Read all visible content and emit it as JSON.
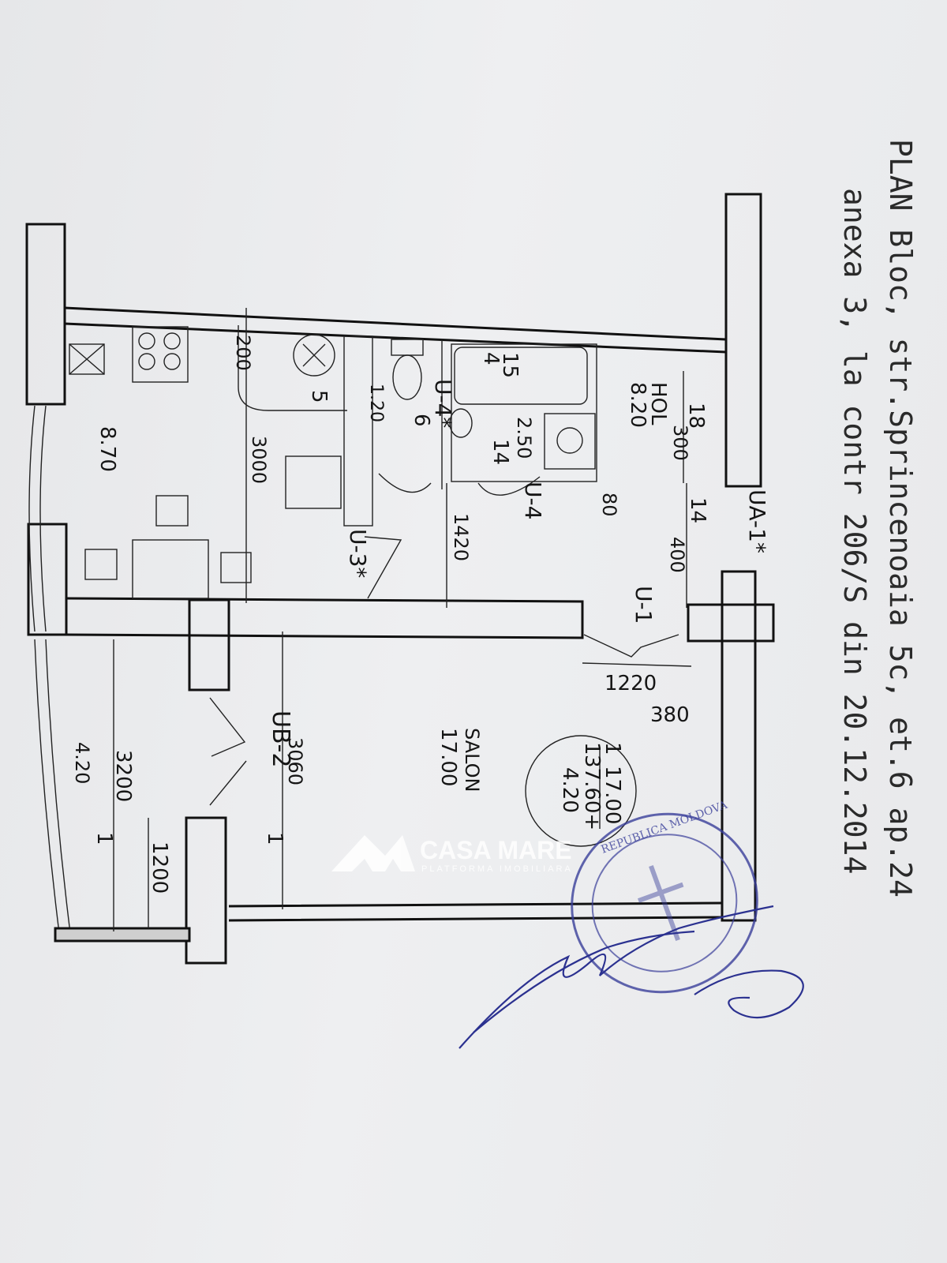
{
  "header": {
    "line1": "PLAN Bloc, str.Sprincenoaia 5c, et.6 ap.24",
    "line2": "anexa 3, la contr 206/S din 20.12.2014"
  },
  "rooms": {
    "kitchen_area": "8.70",
    "hall_name": "HOL",
    "hall_area": "8.20",
    "bath_area": "2.50",
    "wc_area": "1.20",
    "salon_name": "SALON",
    "salon_area": "17.00",
    "balcony_area": "4.20"
  },
  "summary": {
    "living": "17.00",
    "total": "37.60+",
    "balcony": "4.20",
    "count_top": "1",
    "count_bottom": "1"
  },
  "doors": {
    "d1": "UA-1*",
    "d2": "U-1",
    "d3": "U-4",
    "d4": "U-4*",
    "d5": "U-3*",
    "d6": "UB-2"
  },
  "dimensions": {
    "d200": "200",
    "d3000": "3000",
    "d1420": "1420",
    "d80": "80",
    "d400": "400",
    "d300": "300",
    "d1220": "1220",
    "d380": "380",
    "d3060": "3060",
    "d3200": "3200",
    "d1200": "1200"
  },
  "marks": {
    "m15": "15",
    "m4": "4",
    "m18": "18",
    "m14a": "14",
    "m14b": "14",
    "m6": "6",
    "m5": "5",
    "m1a": "1",
    "m1b": "1"
  },
  "watermark": {
    "brand": "CASA MARE",
    "tagline": "PLATFORMA IMOBILIARA"
  },
  "stamp": {
    "text": "REPUBLICA MOLDOVA"
  }
}
